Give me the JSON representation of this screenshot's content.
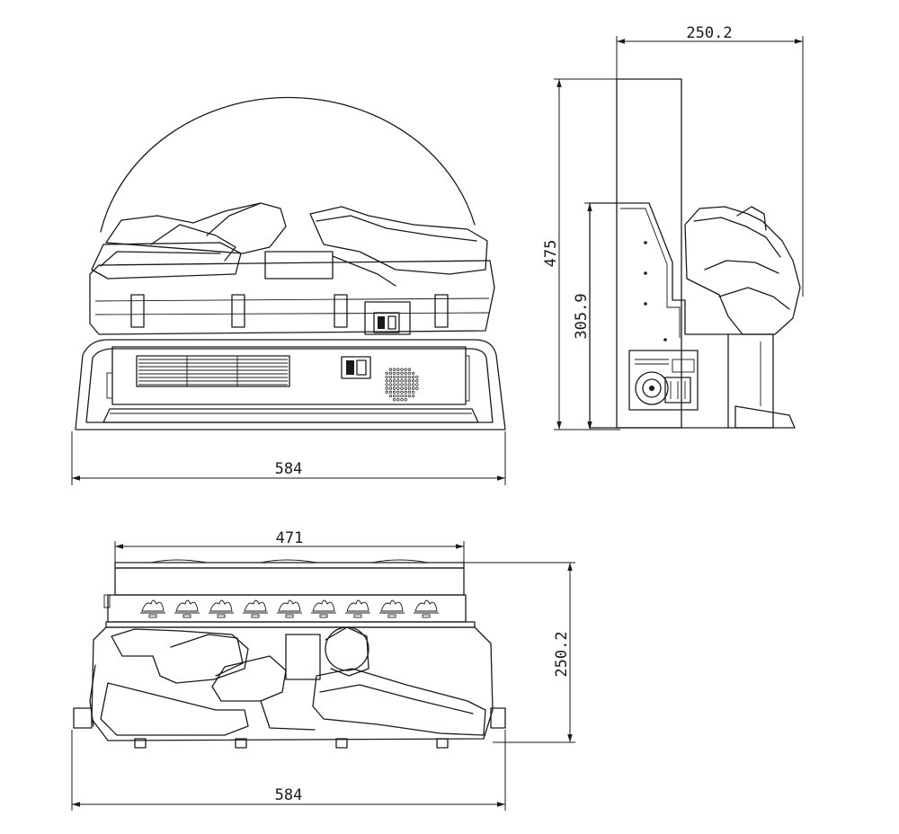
{
  "dimensions": {
    "front_width": "584",
    "side_depth": "250.2",
    "side_height": "475",
    "side_body_height": "305.9",
    "top_inner_width": "471",
    "top_depth": "250.2",
    "top_width": "584"
  }
}
